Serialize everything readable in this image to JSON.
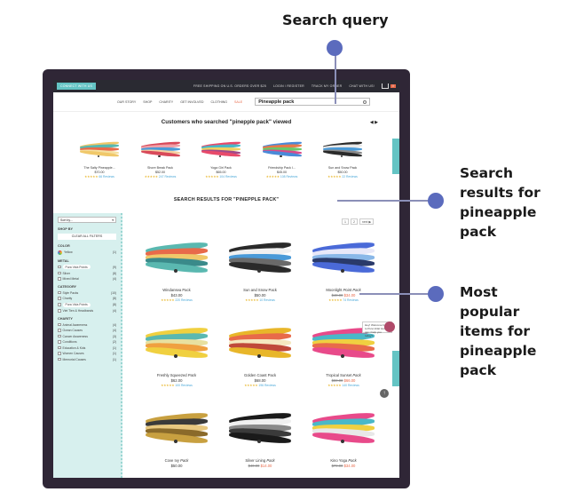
{
  "annotations": {
    "search_query": "Search query",
    "search_results": [
      "Search",
      "results for",
      "pineapple",
      "pack"
    ],
    "most_popular": [
      "Most",
      "popular",
      "items for",
      "pineapple",
      "pack"
    ]
  },
  "topbar": {
    "mission": "CONNECT WITH US",
    "links": [
      "FREE SHIPPING ON U.S. ORDERS OVER $25",
      "LOGIN / REGISTER",
      "TRACK MY ORDER",
      "CHAT WITH US!"
    ],
    "cart_count": "0"
  },
  "nav": {
    "items": [
      "OUR STORY",
      "SHOP",
      "CHARITY",
      "GET INVOLVED",
      "CLOTHING",
      "SALE"
    ],
    "search_value": "Pineapple pack"
  },
  "viewed": {
    "title": "Customers who searched \"pinepple pack\" viewed",
    "arrows": "◀ ▶",
    "items": [
      {
        "name": "The Salty Pineapple...",
        "price": "$70.00",
        "stars": "★★★★★",
        "reviews": "66 Reviews",
        "colors": [
          "#f0c86a",
          "#5ab8b0",
          "#e86a4a",
          "#f5e0a0"
        ]
      },
      {
        "name": "Shore Break Pack",
        "price": "$52.00",
        "stars": "★★★★★",
        "reviews": "247 Reviews",
        "colors": [
          "#d84a5a",
          "#f0a0a8",
          "#4a9ad8",
          "#f5d0a0"
        ]
      },
      {
        "name": "Yoga Girl Pack",
        "price": "$65.00",
        "stars": "★★★★★",
        "reviews": "104 Reviews",
        "colors": [
          "#e84a6a",
          "#4ab8c8",
          "#f0d060",
          "#a04a8a"
        ]
      },
      {
        "name": "Friendship Pack I...",
        "price": "$45.00",
        "stars": "★★★★★",
        "reviews": "108 Reviews",
        "colors": [
          "#4a8ad8",
          "#e87a4a",
          "#6ac86a",
          "#d84a8a"
        ]
      },
      {
        "name": "Sun and Snow Pack",
        "price": "$50.00",
        "stars": "★★★★★",
        "reviews": "22 Reviews",
        "colors": [
          "#2a2a2a",
          "#e8e8e8",
          "#4a9ad8",
          "#8a8a8a"
        ]
      }
    ]
  },
  "results": {
    "title": "SEARCH RESULTS FOR \"PINEPPLE PACK\"",
    "pager": [
      "1",
      "2",
      "next ▶"
    ],
    "items": [
      {
        "name": "Windansea Pack",
        "pack_word": "",
        "price": "$43.00",
        "old_price": "",
        "new_price": "",
        "stars": "★★★★★",
        "reviews": "220 Reviews",
        "colors": [
          "#5ab8b0",
          "#e86a4a",
          "#f0c86a",
          "#3a8a8a"
        ]
      },
      {
        "name": "Sun and Snow Pack",
        "pack_word": "",
        "price": "$50.00",
        "old_price": "",
        "new_price": "",
        "stars": "★★★★★",
        "reviews": "10 Reviews",
        "colors": [
          "#2a2a2a",
          "#f0f0f0",
          "#4a9ad8",
          "#6a6a6a"
        ]
      },
      {
        "name": "Moonlight ",
        "pack_word": "Point Pack",
        "price": "",
        "old_price": "$40.00",
        "new_price": "$34.00",
        "stars": "★★★★★",
        "reviews": "74 Reviews",
        "colors": [
          "#4a6ad8",
          "#e8e8f8",
          "#8ab8e8",
          "#2a3a6a"
        ]
      },
      {
        "name": "Freshly Squeezed ",
        "pack_word": "Pack",
        "price": "$62.00",
        "old_price": "",
        "new_price": "",
        "stars": "★★★★★",
        "reviews": "100 Reviews",
        "colors": [
          "#f0d040",
          "#5ab8b0",
          "#e8e0a0",
          "#f0a040"
        ]
      },
      {
        "name": "Golden Coast Pack",
        "pack_word": "",
        "price": "$68.00",
        "old_price": "",
        "new_price": "",
        "stars": "★★★★★",
        "reviews": "196 Reviews",
        "colors": [
          "#e8b62a",
          "#e86a4a",
          "#f5e8c0",
          "#c04a3a"
        ]
      },
      {
        "name": "Tropical Sunset ",
        "pack_word": "Pack",
        "price": "",
        "old_price": "$80.00",
        "new_price": "$66.00",
        "stars": "★★★★★",
        "reviews": "140 Reviews",
        "colors": [
          "#e84a8a",
          "#4ab8c8",
          "#f0d040",
          "#e86a4a"
        ]
      },
      {
        "name": "Cove Ivy ",
        "pack_word": "Pack",
        "price": "$50.00",
        "old_price": "",
        "new_price": "",
        "stars": "",
        "reviews": "",
        "colors": [
          "#c8a040",
          "#3a3a3a",
          "#e8c880",
          "#8a6a2a"
        ]
      },
      {
        "name": "Silver Lining ",
        "pack_word": "Pack",
        "price": "",
        "old_price": "$40.00",
        "new_price": "$14.00",
        "stars": "",
        "reviews": "",
        "colors": [
          "#1a1a1a",
          "#f0f0f0",
          "#8a8a8a",
          "#3a3a3a"
        ]
      },
      {
        "name": "Kino Yoga ",
        "pack_word": "Pack",
        "price": "",
        "old_price": "$70.00",
        "new_price": "$34.00",
        "stars": "",
        "reviews": "",
        "colors": [
          "#e84a8a",
          "#4ab8c8",
          "#f0d040",
          "#e8e8e8"
        ]
      }
    ]
  },
  "sidebar": {
    "sort_label": "Sort by...",
    "shop_by": "SHOP BY",
    "clear_all": "CLEAR ALL FILTERS",
    "color_h": "COLOR",
    "color_item": {
      "label": "Yellow",
      "count": "(1)"
    },
    "metal_h": "METAL",
    "metal_items": [
      {
        "label": "Pura Vida Points",
        "count": "(9)"
      },
      {
        "label": "Silver",
        "count": "(8)"
      },
      {
        "label": "Mixed Metal",
        "count": "(4)"
      }
    ],
    "category_h": "CATEGORY",
    "category_items": [
      {
        "label": "Style Packs",
        "count": "(10)"
      },
      {
        "label": "Charity",
        "count": "(8)"
      },
      {
        "label": "Pura Vida Points",
        "count": "(8)"
      },
      {
        "label": "Viet Tien & Headbands",
        "count": "(4)"
      }
    ],
    "charity_h": "CHARITY",
    "charity_items": [
      {
        "label": "Animal Awareness",
        "count": "(4)"
      },
      {
        "label": "Ocean Causes",
        "count": "(4)"
      },
      {
        "label": "Cancer Awareness",
        "count": "(3)"
      },
      {
        "label": "Conditions",
        "count": "(2)"
      },
      {
        "label": "Education & Kids",
        "count": "(1)"
      },
      {
        "label": "Women Causes",
        "count": "(1)"
      },
      {
        "label": "Memorial Causes",
        "count": "(1)"
      }
    ]
  },
  "chat": {
    "text": "Hey! Welcome back to Pura Vida! How can I help you today?"
  },
  "colors": {
    "accent": "#64c4c4",
    "sale": "#e86a4a",
    "frame": "#2f2636",
    "marker": "#5b6bbd"
  }
}
